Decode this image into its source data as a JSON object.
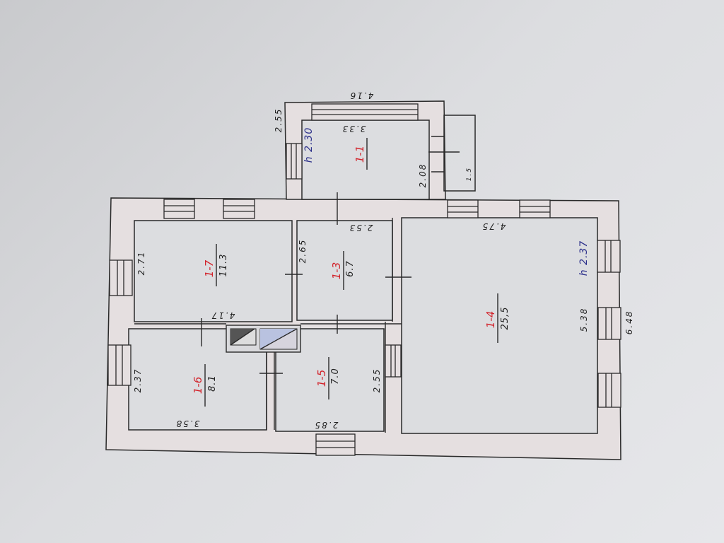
{
  "plan": {
    "annex": {
      "id": "1-1",
      "height": "h 2.30",
      "dims": {
        "top_outer": "4.16",
        "top_inner": "3.33",
        "left": "2.55",
        "right": "2.08",
        "porch": "1.5"
      }
    },
    "rooms": [
      {
        "id": "1-7",
        "area": "11.3",
        "dims": [
          "2.71",
          "4.17"
        ]
      },
      {
        "id": "1-3",
        "area": "6.7",
        "dims": [
          "2.65",
          "2.53"
        ]
      },
      {
        "id": "1-4",
        "area": "25,5",
        "height": "h 2.37",
        "dims": [
          "4.75",
          "5.38"
        ]
      },
      {
        "id": "1-6",
        "area": "8.1",
        "dims": [
          "2.37",
          "3.58"
        ]
      },
      {
        "id": "1-5",
        "area": "7.0",
        "dims": [
          "2.55",
          "2.85"
        ]
      }
    ],
    "overall": {
      "right": "6.48"
    }
  },
  "colors": {
    "room_id": "#d2222a",
    "height": "#2b2f8a",
    "wall": "#e5dfe0"
  }
}
